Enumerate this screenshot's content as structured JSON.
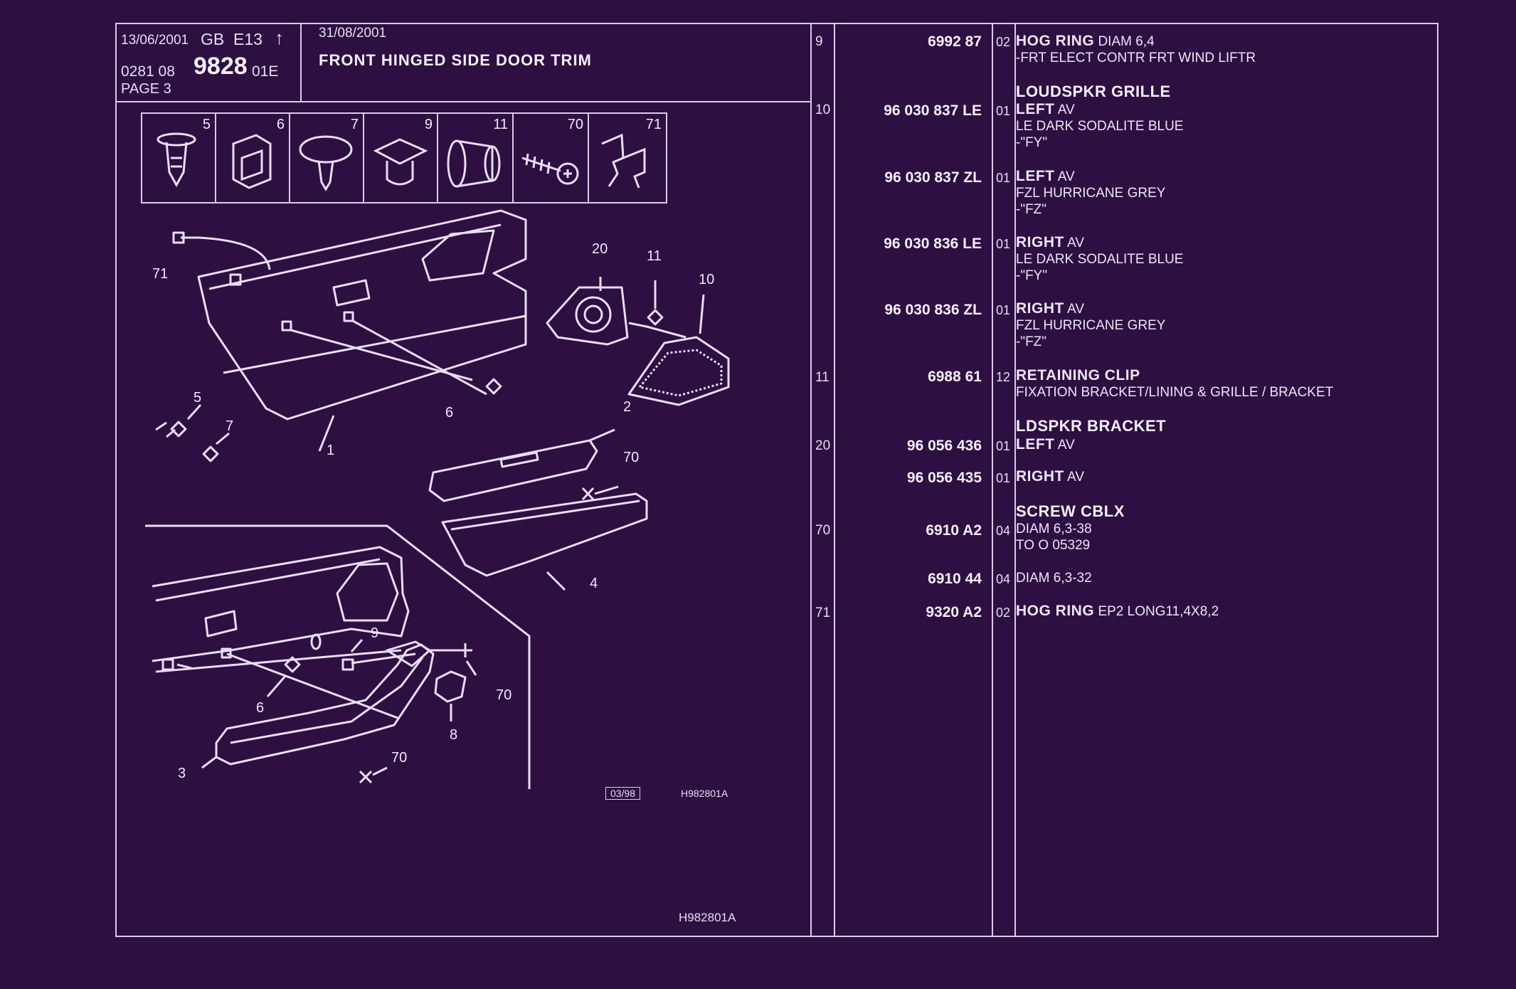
{
  "header": {
    "date1": "13/06/2001",
    "country": "GB",
    "code": "E13",
    "arrow": "↑",
    "catalog_prefix": "0281 08",
    "catalog_number": "9828",
    "catalog_suffix": "01E",
    "page": "PAGE 3",
    "date2": "31/08/2001",
    "title": "FRONT HINGED SIDE DOOR TRIM"
  },
  "thumbnails": [
    "5",
    "6",
    "7",
    "9",
    "11",
    "70",
    "71"
  ],
  "drawing": {
    "labels": [
      "71",
      "20",
      "11",
      "10",
      "5",
      "7",
      "6",
      "1",
      "2",
      "70",
      "4",
      "9",
      "70",
      "6",
      "8",
      "3",
      "70"
    ],
    "small_ref": "03/98",
    "ref_code": "H982801A",
    "footer_code": "H982801A"
  },
  "parts": [
    {
      "ref": "9",
      "part": "6992 87",
      "qty": "02",
      "name": "HOG RING",
      "name_extra": " DIAM 6,4",
      "lines": [
        "-FRT ELECT CONTR FRT WIND LIFTR"
      ]
    },
    {
      "section": "LOUDSPKR GRILLE"
    },
    {
      "ref": "10",
      "part": "96 030 837 LE",
      "qty": "01",
      "name": "LEFT",
      "name_extra": " AV",
      "lines": [
        "LE DARK SODALITE BLUE",
        "-\"FY\""
      ]
    },
    {
      "ref": "",
      "part": "96 030 837 ZL",
      "qty": "01",
      "name": "LEFT",
      "name_extra": " AV",
      "lines": [
        "FZL HURRICANE GREY",
        "-\"FZ\""
      ]
    },
    {
      "ref": "",
      "part": "96 030 836 LE",
      "qty": "01",
      "name": "RIGHT",
      "name_extra": " AV",
      "lines": [
        "LE DARK SODALITE BLUE",
        "-\"FY\""
      ]
    },
    {
      "ref": "",
      "part": "96 030 836 ZL",
      "qty": "01",
      "name": "RIGHT",
      "name_extra": " AV",
      "lines": [
        "FZL HURRICANE GREY",
        "-\"FZ\""
      ]
    },
    {
      "ref": "11",
      "part": "6988 61",
      "qty": "12",
      "name": "RETAINING CLIP",
      "name_extra": "",
      "lines": [
        "FIXATION BRACKET/LINING & GRILLE / BRACKET"
      ]
    },
    {
      "section": "LDSPKR BRACKET"
    },
    {
      "ref": "20",
      "part": "96 056 436",
      "qty": "01",
      "name": "LEFT",
      "name_extra": " AV",
      "lines": []
    },
    {
      "ref": "",
      "part": "96 056 435",
      "qty": "01",
      "name": "RIGHT",
      "name_extra": " AV",
      "lines": []
    },
    {
      "section": "SCREW CBLX"
    },
    {
      "ref": "70",
      "part": "6910 A2",
      "qty": "04",
      "name": "",
      "name_extra": "DIAM 6,3-38",
      "lines": [
        "TO  O  05329"
      ]
    },
    {
      "ref": "",
      "part": "6910 44",
      "qty": "04",
      "name": "",
      "name_extra": "DIAM 6,3-32",
      "lines": []
    },
    {
      "ref": "71",
      "part": "9320 A2",
      "qty": "02",
      "name": "HOG RING",
      "name_extra": " EP2 LONG11,4X8,2",
      "lines": []
    }
  ]
}
